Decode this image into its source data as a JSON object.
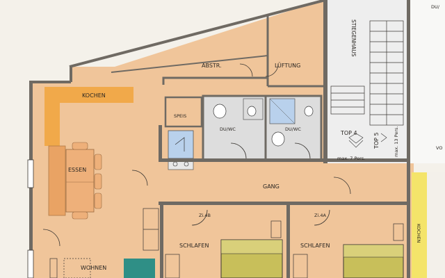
{
  "rooms": {
    "kochen": "KOCHEN",
    "essen": "ESSEN",
    "wohnen": "WOHNEN",
    "speis": "SPEIS",
    "abstr": "ABSTR.",
    "lueftung": "LÜFTUNG",
    "stiegenhaus": "STIEGENHAUS",
    "duwc_left": "DU/WC",
    "duwc_right": "DU/WC",
    "gang": "GANG",
    "zi4b": "Zi.4B",
    "zi4a": "Zi.4A",
    "schlafen_left": "SCHLAFEN",
    "schlafen_right": "SCHLAFEN",
    "kochen_right": "KOCHEN",
    "du_top_right": "DU/",
    "vo_right": "VO"
  },
  "units": {
    "top4": "TOP 4",
    "top4_cap": "max. 7 Pers.",
    "top5": "TOP 5",
    "top5_cap": "max. 13 Pers."
  },
  "colors": {
    "floor": "#f0c59a",
    "kitchen": "#f1a94a",
    "wet": "#dddddd",
    "stair": "#eeeeee",
    "bed": "#c8bf5a",
    "sofa": "#2f8f86",
    "wall": "#6f6a63",
    "yellow_strip": "#f4e46a",
    "tile_blue": "#b9d1ec",
    "background": "#f4f1ea"
  }
}
